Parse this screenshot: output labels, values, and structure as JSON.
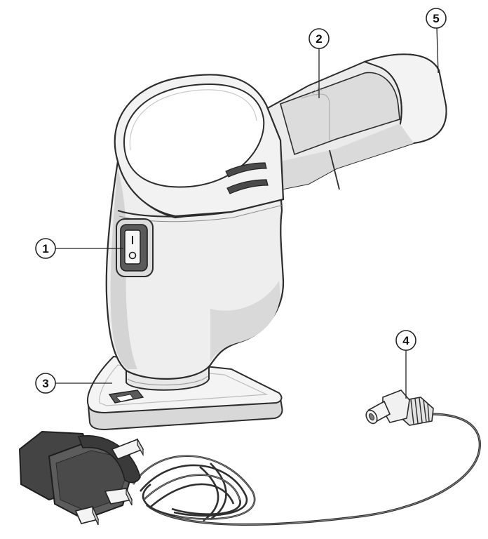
{
  "callouts": [
    {
      "id": "1",
      "label": "1",
      "part": "power-switch"
    },
    {
      "id": "2",
      "label": "2",
      "part": "battery-housing"
    },
    {
      "id": "3",
      "label": "3",
      "part": "sanding-base"
    },
    {
      "id": "4",
      "label": "4",
      "part": "charger-plug"
    },
    {
      "id": "5",
      "label": "5",
      "part": "charging-socket"
    }
  ],
  "colors": {
    "body": "#f0f0f0",
    "shade": "#d6d6d6",
    "dark_shade": "#b9b9b9",
    "outline": "#2c2c2c",
    "charger": "#5c5c5c",
    "charger_dark": "#3d3d3d",
    "cable": "#2f2f2f"
  }
}
